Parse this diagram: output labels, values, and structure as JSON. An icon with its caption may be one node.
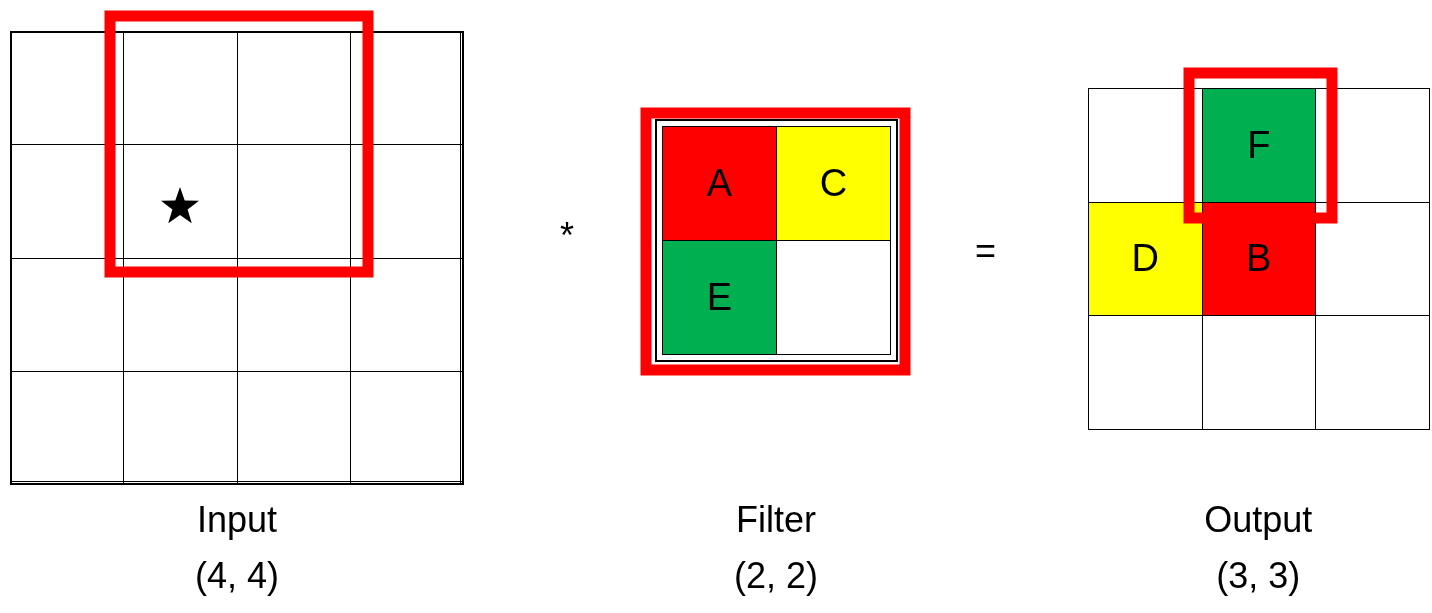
{
  "diagram": {
    "nodes": [
      {
        "text": [
          "Input (4, 4)"
        ]
      },
      {
        "text": [
          "Filter (2, 2)"
        ]
      },
      {
        "text": [
          "A"
        ],
        "in": 1
      },
      {
        "text": [
          "C"
        ],
        "in": 1
      },
      {
        "text": [
          "E"
        ],
        "in": 1
      },
      {
        "text": [],
        "shape": "box",
        "in": 1
      },
      {
        "text": [
          "Output (3, 3)"
        ]
      },
      {
        "text": [],
        "shape": "box",
        "in": 6
      },
      {
        "text": [
          "F"
        ],
        "in": 6
      },
      {
        "text": [],
        "shape": "box",
        "in": 6
      },
      {
        "text": [
          "D"
        ],
        "in": 6
      },
      {
        "text": [
          "B"
        ],
        "in": 6
      },
      {
        "text": [],
        "shape": "box",
        "in": 6
      },
      {
        "text": [],
        "shape": "box",
        "in": 6
      },
      {
        "text": [],
        "shape": "box",
        "in": 6
      },
      {
        "text": [],
        "shape": "box",
        "in": 6
      }
    ],
    "edges": [],
    "labels": [
      "*",
      "="
    ]
  }
}
